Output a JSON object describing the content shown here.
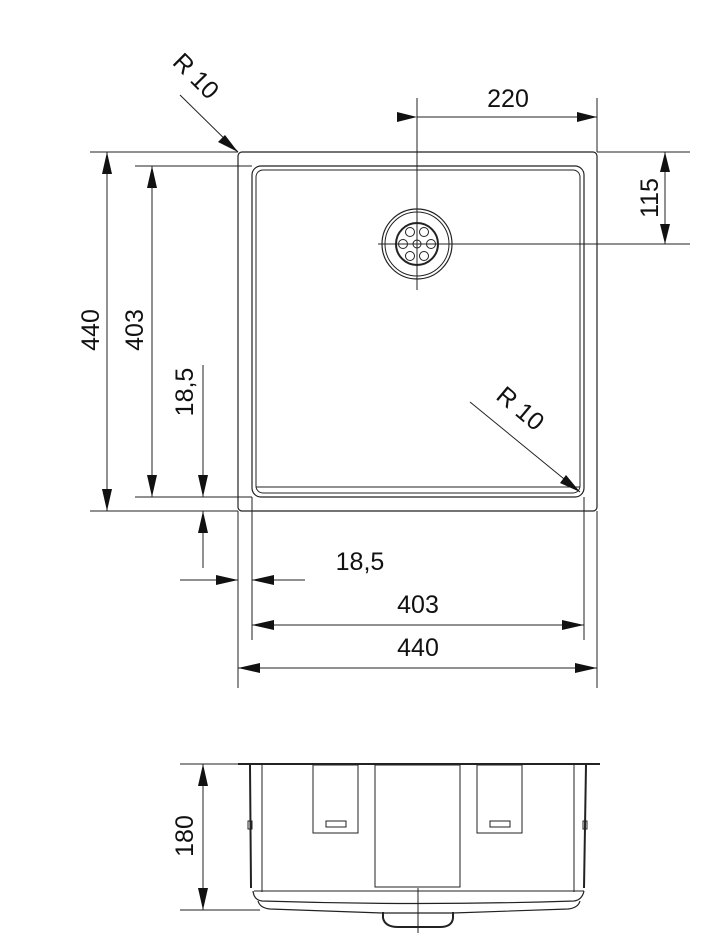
{
  "drawing": {
    "top_view": {
      "radius_outer_label": "R 10",
      "radius_inner_label": "R 10",
      "width_drain_offset": "220",
      "depth_drain_offset": "115",
      "outer_depth": "440",
      "inner_depth": "403",
      "vertical_flange": "18,5",
      "horizontal_flange": "18,5",
      "inner_width": "403",
      "outer_width": "440"
    },
    "side_view": {
      "height": "180"
    }
  }
}
